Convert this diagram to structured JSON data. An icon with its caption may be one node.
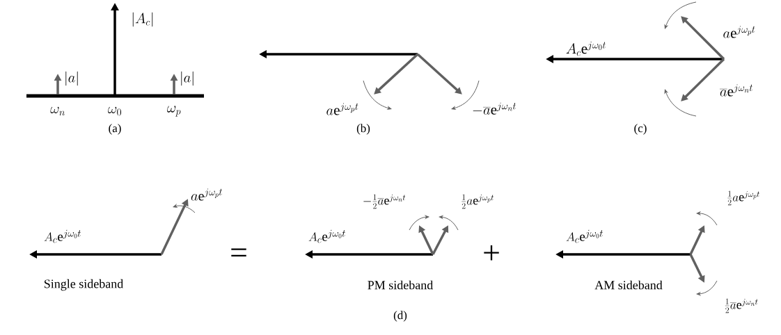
{
  "diagram": {
    "labels": [
      "|A_c|",
      "|a|",
      "|a|",
      "\\omega_n",
      "\\omega_0",
      "\\omega_p",
      "(a)",
      "a\\mathrm{e}^{j\\omega_p t}",
      "-\\overline{a}\\mathrm{e}^{j\\omega_n t}",
      "(b)",
      "A_c\\mathrm{e}^{j\\omega_0 t}",
      "a\\mathrm{e}^{j\\omega_p t}",
      "\\overline{a}\\mathrm{e}^{j\\omega_n t}",
      "(c)",
      "A_c\\mathrm{e}^{j\\omega_0 t}",
      "a\\mathrm{e}^{j\\omega_p t}",
      "Single sideband",
      "=",
      "-\\frac{1}{2}\\overline{a}\\mathrm{e}^{j\\omega_n t}",
      "\\frac{1}{2}a\\mathrm{e}^{j\\omega_p t}",
      "A_c\\mathrm{e}^{j\\omega_0 t}",
      "PM sideband",
      "+",
      "A_c\\mathrm{e}^{j\\omega_0 t}",
      "\\frac{1}{2}a\\mathrm{e}^{j\\omega_p t}",
      "AM sideband",
      "\\frac{1}{2}\\overline{a}\\mathrm{e}^{j\\omega_n t}",
      "(d)"
    ]
  }
}
